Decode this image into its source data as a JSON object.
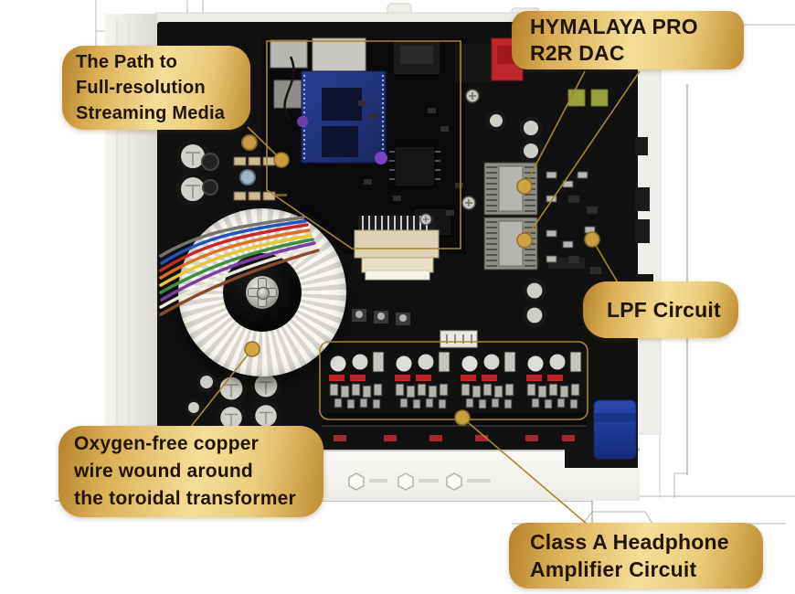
{
  "callouts": {
    "title": {
      "label": "HYMALAYA PRO\nR2R DAC"
    },
    "streaming": {
      "label": "The Path to\nFull-resolution\nStreaming Media"
    },
    "lpf": {
      "label": "LPF Circuit"
    },
    "transformer": {
      "label": "Oxygen-free copper\nwire wound around\nthe toroidal transformer"
    },
    "headphone_amp": {
      "label": "Class A Headphone\nAmplifier Circuit"
    }
  },
  "colors": {
    "label_gold_dark": "#b3802a",
    "label_gold_light": "#f3df97",
    "label_text": "#221405",
    "callout_line": "#a8862e",
    "callout_dot": "#d2a53f",
    "pcb_black": "#111111",
    "chassis_white": "#f2f1ee",
    "module_blue": "#283c96",
    "cap_blue": "#1f3f9e",
    "accent_red": "#c0272d"
  }
}
